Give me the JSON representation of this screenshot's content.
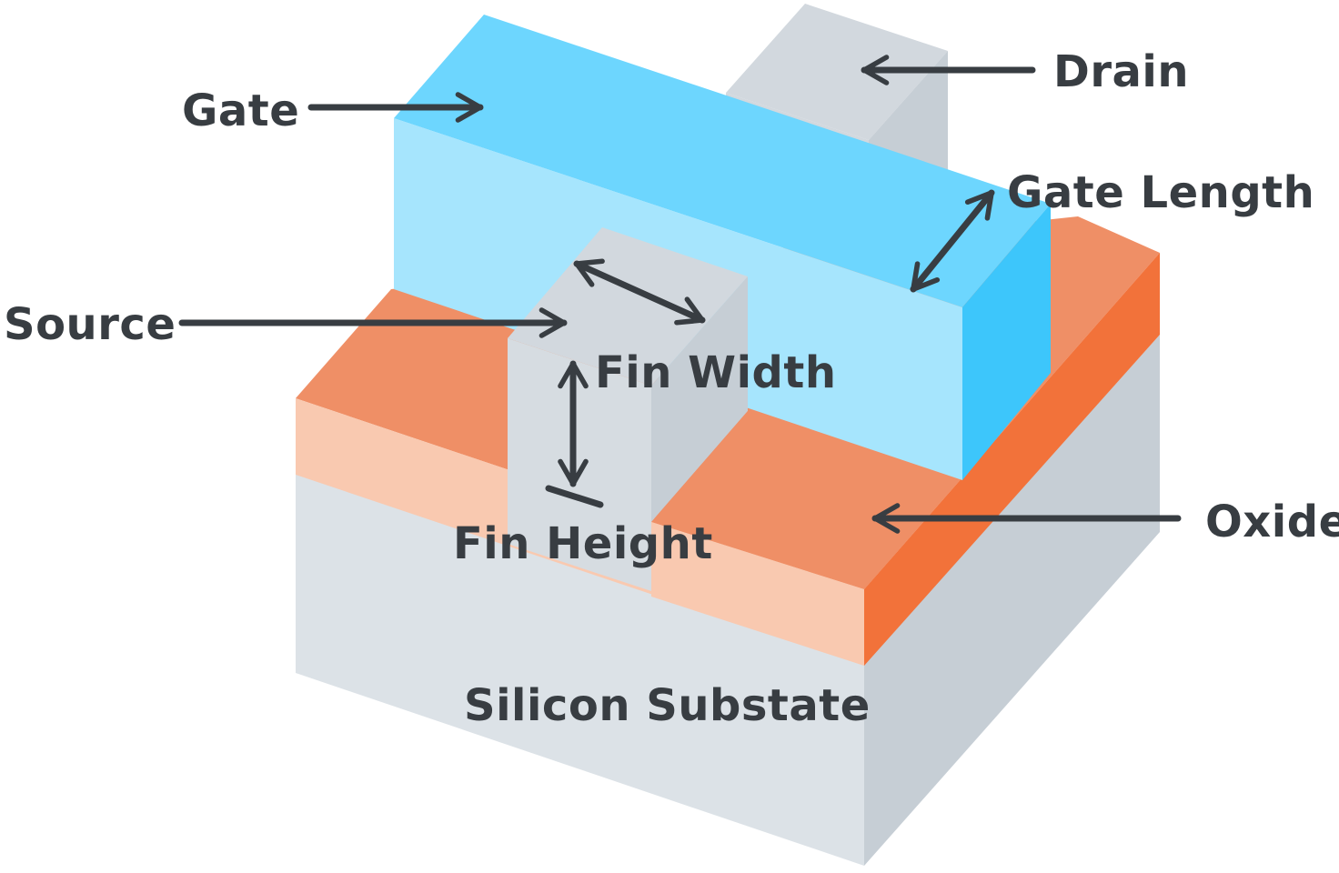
{
  "labels": {
    "gate": "Gate",
    "drain": "Drain",
    "gate_length": "Gate Length",
    "source": "Source",
    "fin_width": "Fin Width",
    "fin_height": "Fin Height",
    "oxide": "Oxide",
    "substrate": "Silicon Substate"
  },
  "colors": {
    "gate_top": "#6dd6fe",
    "gate_front": "#a6e5fd",
    "gate_side": "#3dc6fb",
    "oxide_top": "#ef8f66",
    "oxide_front": "#f9c9b0",
    "oxide_side": "#f2723a",
    "silicon_top": "#d2d8de",
    "silicon_front": "#dce2e7",
    "silicon_side": "#c6ced5",
    "arrow": "#383d42",
    "text": "#383d42"
  }
}
